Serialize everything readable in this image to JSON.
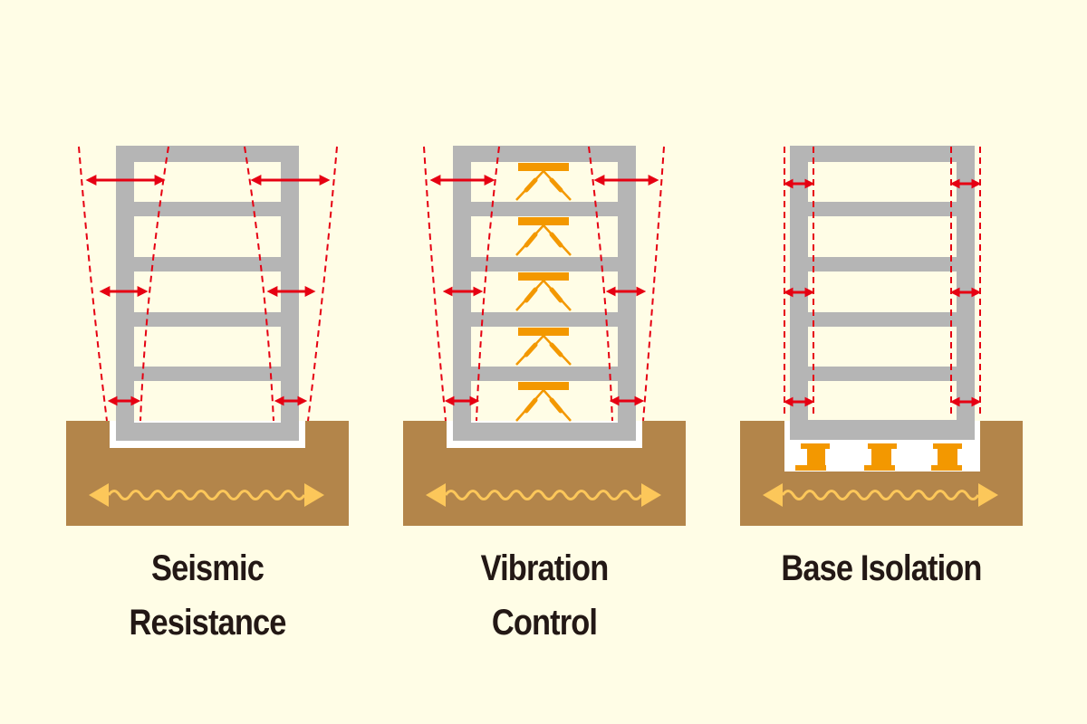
{
  "panels": [
    {
      "id": "seismic-resistance",
      "label": "Seismic Resistance"
    },
    {
      "id": "vibration-control",
      "label": "Vibration Control"
    },
    {
      "id": "base-isolation",
      "label": "Base Isolation"
    }
  ],
  "colors": {
    "background": "#fffde6",
    "ground": "#b3854a",
    "frame": "#b5b5b5",
    "arrow": "#e60012",
    "damper": "#f39800",
    "wave": "#fcc75a",
    "text": "#231815"
  }
}
